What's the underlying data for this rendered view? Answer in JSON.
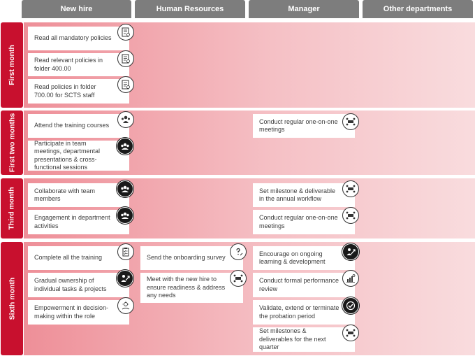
{
  "columns": [
    "New hire",
    "Human Resources",
    "Manager",
    "Other departments"
  ],
  "phases": [
    "First month",
    "First two months",
    "Third month",
    "Sixth month"
  ],
  "cards": {
    "read_mandatory": "Read all mandatory policies",
    "read_relevant": "Read relevant policies in folder 400.00",
    "read_700": "Read policies in folder 700.00 for SCTS staff",
    "attend_training": "Attend the training courses",
    "participate_meetings": "Participate in team meetings, departmental presentations & cross-functional sessions",
    "mgr_one_on_one_1": "Conduct regular one-on-one meetings",
    "collaborate": "Collaborate with team members",
    "engagement": "Engagement in department activities",
    "set_milestone": "Set milestone & deliverable in the annual workflow",
    "mgr_one_on_one_2": "Conduct regular one-on-one meetings",
    "complete_training": "Complete all the training",
    "gradual_ownership": "Gradual ownership of individual tasks & projects",
    "empowerment": "Empowerment in decision-making within the role",
    "send_survey": "Send the onboarding survey",
    "meet_new_hire": "Meet with the new hire to ensure readiness & address any needs",
    "encourage": "Encourage on ongoing learning & development",
    "formal_review": "Conduct formal performance review",
    "validate": "Validate, extend or terminate the probation period",
    "set_next_quarter": "Set milestones & deliverables for the next quarter"
  },
  "icons": {
    "policy": "policy-document-icon",
    "group": "team-group-icon",
    "meeting": "meeting-table-icon",
    "checklist": "checklist-icon",
    "growth": "person-growth-icon",
    "idea": "idea-hand-icon",
    "survey": "question-survey-icon",
    "review": "performance-review-icon",
    "check": "checkmark-icon"
  },
  "colors": {
    "header": "#7d7d7d",
    "phase": "#c8102e",
    "band_start": "#ee8f98",
    "band_end": "#f9dcde",
    "card_text": "#3c3c3c"
  }
}
